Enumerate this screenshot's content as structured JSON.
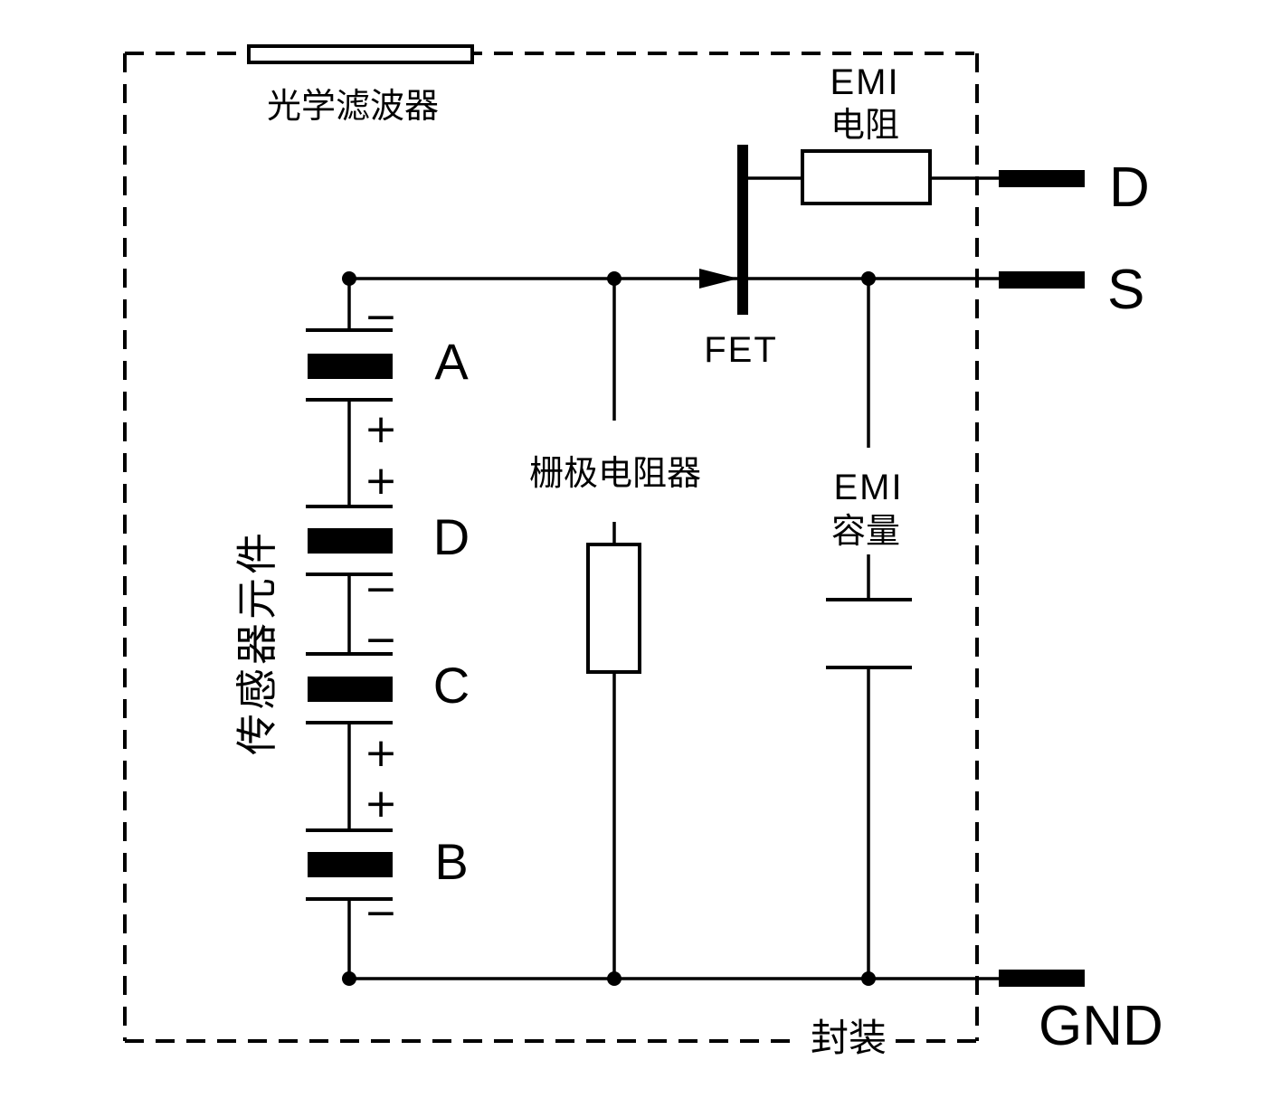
{
  "diagram": {
    "type": "circuit-schematic",
    "package": {
      "label": "封装"
    },
    "optical_filter": {
      "label": "光学滤波器"
    },
    "sensor": {
      "label": "传感器元件",
      "elements": [
        {
          "label": "A"
        },
        {
          "label": "D"
        },
        {
          "label": "C"
        },
        {
          "label": "B"
        }
      ],
      "marks": [
        "−",
        "+",
        "+",
        "−",
        "−",
        "+",
        "+",
        "−"
      ]
    },
    "fet": {
      "label": "FET"
    },
    "gate_resistor": {
      "label": "栅极电阻器"
    },
    "emi_resistor": {
      "label_line1": "EMI",
      "label_line2": "电阻"
    },
    "emi_capacitor": {
      "label_line1": "EMI",
      "label_line2": "容量"
    },
    "terminals": {
      "drain": "D",
      "source": "S",
      "ground": "GND"
    },
    "colors": {
      "ink": "#000000",
      "background": "#ffffff"
    }
  }
}
